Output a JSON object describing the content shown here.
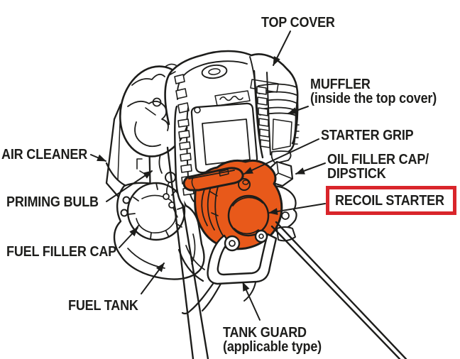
{
  "diagram": {
    "type": "engine-parts-callout-illustration",
    "highlighted_part": "RECOIL STARTER",
    "colors": {
      "highlight_orange": "#E8591A",
      "callout_red": "#D9252B",
      "line_black": "#1D1D1B",
      "background": "#FFFFFF"
    },
    "labels": {
      "top_cover": {
        "line1": "TOP COVER"
      },
      "muffler": {
        "line1": "MUFFLER",
        "line2": "(inside the top cover)"
      },
      "starter_grip": {
        "line1": "STARTER GRIP"
      },
      "oil_filler": {
        "line1": "OIL FILLER CAP/",
        "line2": "DIPSTICK"
      },
      "recoil_starter": {
        "line1": "RECOIL STARTER"
      },
      "air_cleaner": {
        "line1": "AIR CLEANER"
      },
      "priming_bulb": {
        "line1": "PRIMING BULB"
      },
      "fuel_filler_cap": {
        "line1": "FUEL FILLER CAP"
      },
      "fuel_tank": {
        "line1": "FUEL TANK"
      },
      "tank_guard": {
        "line1": "TANK GUARD",
        "line2": "(applicable type)"
      }
    }
  }
}
